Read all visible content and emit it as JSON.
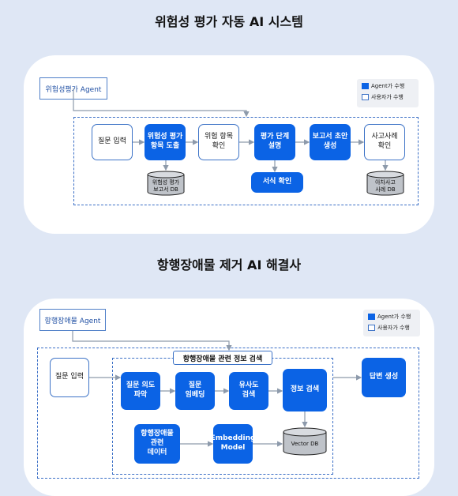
{
  "colors": {
    "background": "#dfe7f5",
    "agent_box": "#0b63e5",
    "user_box_border": "#3d73c7",
    "arrow": "#8d9aab"
  },
  "section1": {
    "title": "위험성 평가 자동 AI 시스템",
    "agent_label": "위험성평가 Agent",
    "legend": {
      "agent": "Agent가 수행",
      "user": "사용자가 수행"
    },
    "steps": [
      "질문 입력",
      "위험성 평가\n항목 도출",
      "위험 항목\n확인",
      "평가 단계\n설명",
      "보고서 초안\n생성",
      "사고사례\n확인"
    ],
    "form_check": "서식 확인",
    "db1": "위험성 평가\n보고서 DB",
    "db2": "아차사고\n사례 DB"
  },
  "section2": {
    "title": "항행장애물 제거 AI 해결사",
    "agent_label": "항행장애물 Agent",
    "legend": {
      "agent": "Agent가 수행",
      "user": "사용자가 수행"
    },
    "search_header": "항행장애물 관련 정보 검색",
    "question_input": "질문 입력",
    "steps": [
      "질문 의도\n파악",
      "질문\n임베딩",
      "유사도\n검색",
      "정보 검색"
    ],
    "answer": "답변 생성",
    "data_box": "항행장애물\n관련\n데이터",
    "embedding": "Embedding\nModel",
    "vector_db": "Vector DB"
  }
}
